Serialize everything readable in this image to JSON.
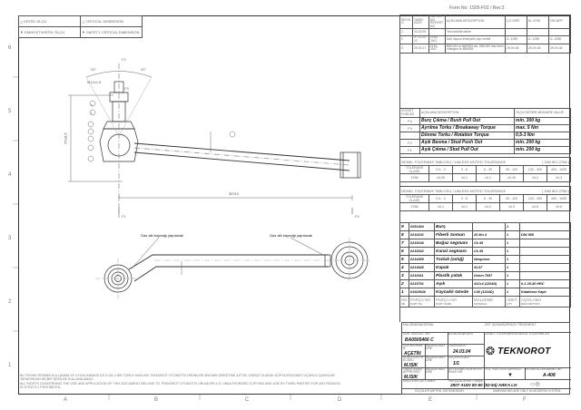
{
  "form_no": "Form No: 1505-F02 / Rev.3",
  "legend": [
    {
      "tr": "KRİTİK ÖLÇÜ",
      "en": "CRITICAL DIMENSION"
    },
    {
      "tr": "EMNİYET/KRİTİK ÖLÇÜ",
      "en": "SAFETY CRITICAL DIMENSION"
    }
  ],
  "revisions": {
    "headers": [
      "REV.NO",
      "TARİH DATE",
      "RAPOR NO REPORT NO",
      "AÇIKLAMA DESCRIPTION",
      "Ç.E./DRF.",
      "KL./CHK",
      "ON./APP."
    ],
    "rows": [
      [
        "1",
        "23.02.09",
        "",
        "Yeni antetle tarihe",
        "",
        "",
        ""
      ],
      [
        "2",
        "27.12.2012",
        "2183-2012",
        "A40 olçusu emniyetlı olçu verildi",
        "Ü.-1258",
        "Ü.-1258",
        "Ü.-1258"
      ],
      [
        "3",
        "29.03.17",
        "2181-2017",
        "B80183 ve B80983 olu. B80183 has been changed to B80983",
        "29-04.08",
        "29-04.08",
        "29-04.08"
      ]
    ]
  },
  "loads": {
    "headers": [
      "KUVVET FORCES",
      "AÇIKLAMA DESCRIPTION",
      "ÖLÇÜ DEĞERİ MEASURE VALUE"
    ],
    "rows": [
      [
        "F4",
        "Burç Çıkma  /  Bush Pull Out",
        "min. 300 kg"
      ],
      [
        "F3",
        "Ayrılma Torku  /  Breakaway Torque",
        "max. 5 Nm"
      ],
      [
        "",
        "Dönme Torku  /  Rotation Torque",
        "0,5-3 Nm"
      ],
      [
        "F2",
        "Aşık Basma  /  Stud Push Out",
        "min. 200 kg"
      ],
      [
        "F1",
        "Aşık Çıkma  /  Stud Pull Out",
        "min. 200 kg"
      ]
    ]
  },
  "tolerances": [
    {
      "title": "GENEL TOLERANS TABLOSU / UNLESS NOTED TOLERANCE",
      "std": "( DIN ISO 2768 )",
      "ranges": [
        "TOLERANS CLASS",
        "0,5 - 3",
        "3 - 6",
        "6 - 30",
        "30 - 120",
        "120 - 400",
        "400 - 1000"
      ],
      "values": [
        "2768",
        "±0,05",
        "±0,1",
        "±0,1",
        "±0,15",
        "±0,2",
        "±0,3"
      ]
    },
    {
      "title": "GENEL TOLERANS TABLOSU / UNLESS NOTED TOLERANCE",
      "std": "( DIN ISO 2768 )",
      "ranges": [
        "TOLERANS CLASS",
        "0,5 - 3",
        "3 - 6",
        "6 - 30",
        "30 - 120",
        "120 - 400",
        "400 - 1000"
      ],
      "values": [
        "2768",
        "±0,1",
        "±0,1",
        "±0,2",
        "±0,3",
        "±0,5",
        "±0,8"
      ]
    }
  ],
  "parts": {
    "rows": [
      [
        "9",
        "0251404",
        "Burç",
        "",
        "1",
        ""
      ],
      [
        "8",
        "0216102",
        "Fiberli Somun",
        "20 Mn 4",
        "1",
        "DIN 985"
      ],
      [
        "7",
        "0215146",
        "Boğaz segmanı",
        "Ck 45",
        "1",
        ""
      ],
      [
        "6",
        "0215242",
        "Kanal segmanı",
        "Ck 45",
        "1",
        ""
      ],
      [
        "5",
        "0214059",
        "Tozluk (astığ)",
        "Neoprene",
        "1",
        ""
      ],
      [
        "4",
        "0213845",
        "Kapak",
        "St-37",
        "1",
        ""
      ],
      [
        "3",
        "0210011",
        "Plastik yatak",
        "Delrin 7057",
        "1",
        ""
      ],
      [
        "2",
        "0215701",
        "Aşık",
        "41Cr4 (1204D)",
        "1",
        "0-1 28-30 HRC"
      ],
      [
        "1",
        "01920640",
        "Kaynaklı Gövde",
        "C40 (1204D)",
        "1",
        "Kataforez Kaplı"
      ]
    ],
    "headers": [
      [
        "NO",
        "NR."
      ],
      [
        "PARÇA NO",
        "PART NR."
      ],
      [
        "PARÇA ADI",
        "PART NAME"
      ],
      [
        "MALZEME",
        "MATERIAL"
      ],
      [
        "ADET",
        "QTY"
      ],
      [
        "AÇIKLAMA",
        "DESCRIPTION"
      ]
    ]
  },
  "title_block": {
    "material_label": "MALZEME/MATERIAL",
    "surface_label": "ÜST İŞLEM/SURFACE TREATMENT",
    "doc_label": "DOK. NO/DOC. NR.",
    "doc_no": "BA0505466 C",
    "weight_label": "AĞIRLIK/WEIGHT",
    "general_tol_label": "GENEL TOLERANS/GENERAL TOLERANCES",
    "drawn_label": "ÇİZEN/DRAWN",
    "drawn": "AÇETİN",
    "drawn_sign": "İMZA/SIGNATURE",
    "date_label": "TARİH/DATE",
    "date": "24.03.04",
    "checked_label": "KONTROL/CHECKED",
    "checked": "M.ISIK",
    "checked_sign": "İMZA/SIGNATURE",
    "scale_label": "ÖLÇEK/SCALE",
    "scale": "1/1",
    "approved_label": "ONAYLAYAN/APPROVED",
    "approved": "M.ISIK",
    "approved_sign": "İMZA/SIGNATURE",
    "reference_label": "REFERANS NO/REFERENCE NR",
    "surface_quality_label": "YÜZ. KALİTESİ SURFACE",
    "drawing_no_label": "RESİM NO/DRAWING NR",
    "drawing_no": "A-408",
    "customer_label": "MÜŞTERİ/CUSTOMER",
    "part_name_label": "PARÇA ADI/PART NAME",
    "part_name": "2807 AUDI 80-90 (92-94) ARKA LH",
    "footer_left": "ÖLÇÜLER METRİK SİSTEMDEDİR",
    "footer_right": "DIMENSIONS ARE ONLY IN MODERN SYSTEM",
    "company": "TEKNOROT"
  },
  "copyright": [
    "BU TEKNİK RESMİN KULLANMA VE UYGULANMASI İLE İLGİLİ HER TÜRLÜ HAKLARI TEKNOROT OTOMOTİV ÜRÜNLERİ ANONİM ŞİRKETİNE AİTTİR. İZİNSİZ OLARAK KOPYA EDİLEMEZ ÜÇÜNCÜ ŞAHISLAR",
    "TARAFINDAN HİÇBİR ŞEKİLDE KULLANILAMAZ.",
    "ALL RIGHTS CONCERNING THE USE AND APPLICATION OF THIS DOCUMENT BELONG TO TEKNOROT OTOMOTIV URUNLERI A.S. UNAUTHORIZED COPYING AND USE BY THIRD PARTIES FOR ANY REASON",
    "IS STRICTLY PROHIBITED."
  ],
  "drawing": {
    "weld_note_1": "Gaz altı kaynağı yapılacak",
    "weld_note_2": "Gaz altı kaynağı yapılacak",
    "dim_length": "307±1",
    "dim_height": "57±0,5",
    "dim_angle_1": "20°",
    "dim_angle_2": "20°",
    "dim_thread": "M12x1,5",
    "force_labels": [
      "F1",
      "F2",
      "F3",
      "F4"
    ],
    "balloons": [
      "8",
      "2",
      "5",
      "7",
      "6",
      "4",
      "3",
      "1",
      "9"
    ]
  },
  "zones": {
    "columns": [
      "A",
      "B",
      "C",
      "D",
      "E",
      "F"
    ],
    "rows": [
      "6",
      "5",
      "4",
      "3",
      "2",
      "1"
    ]
  }
}
